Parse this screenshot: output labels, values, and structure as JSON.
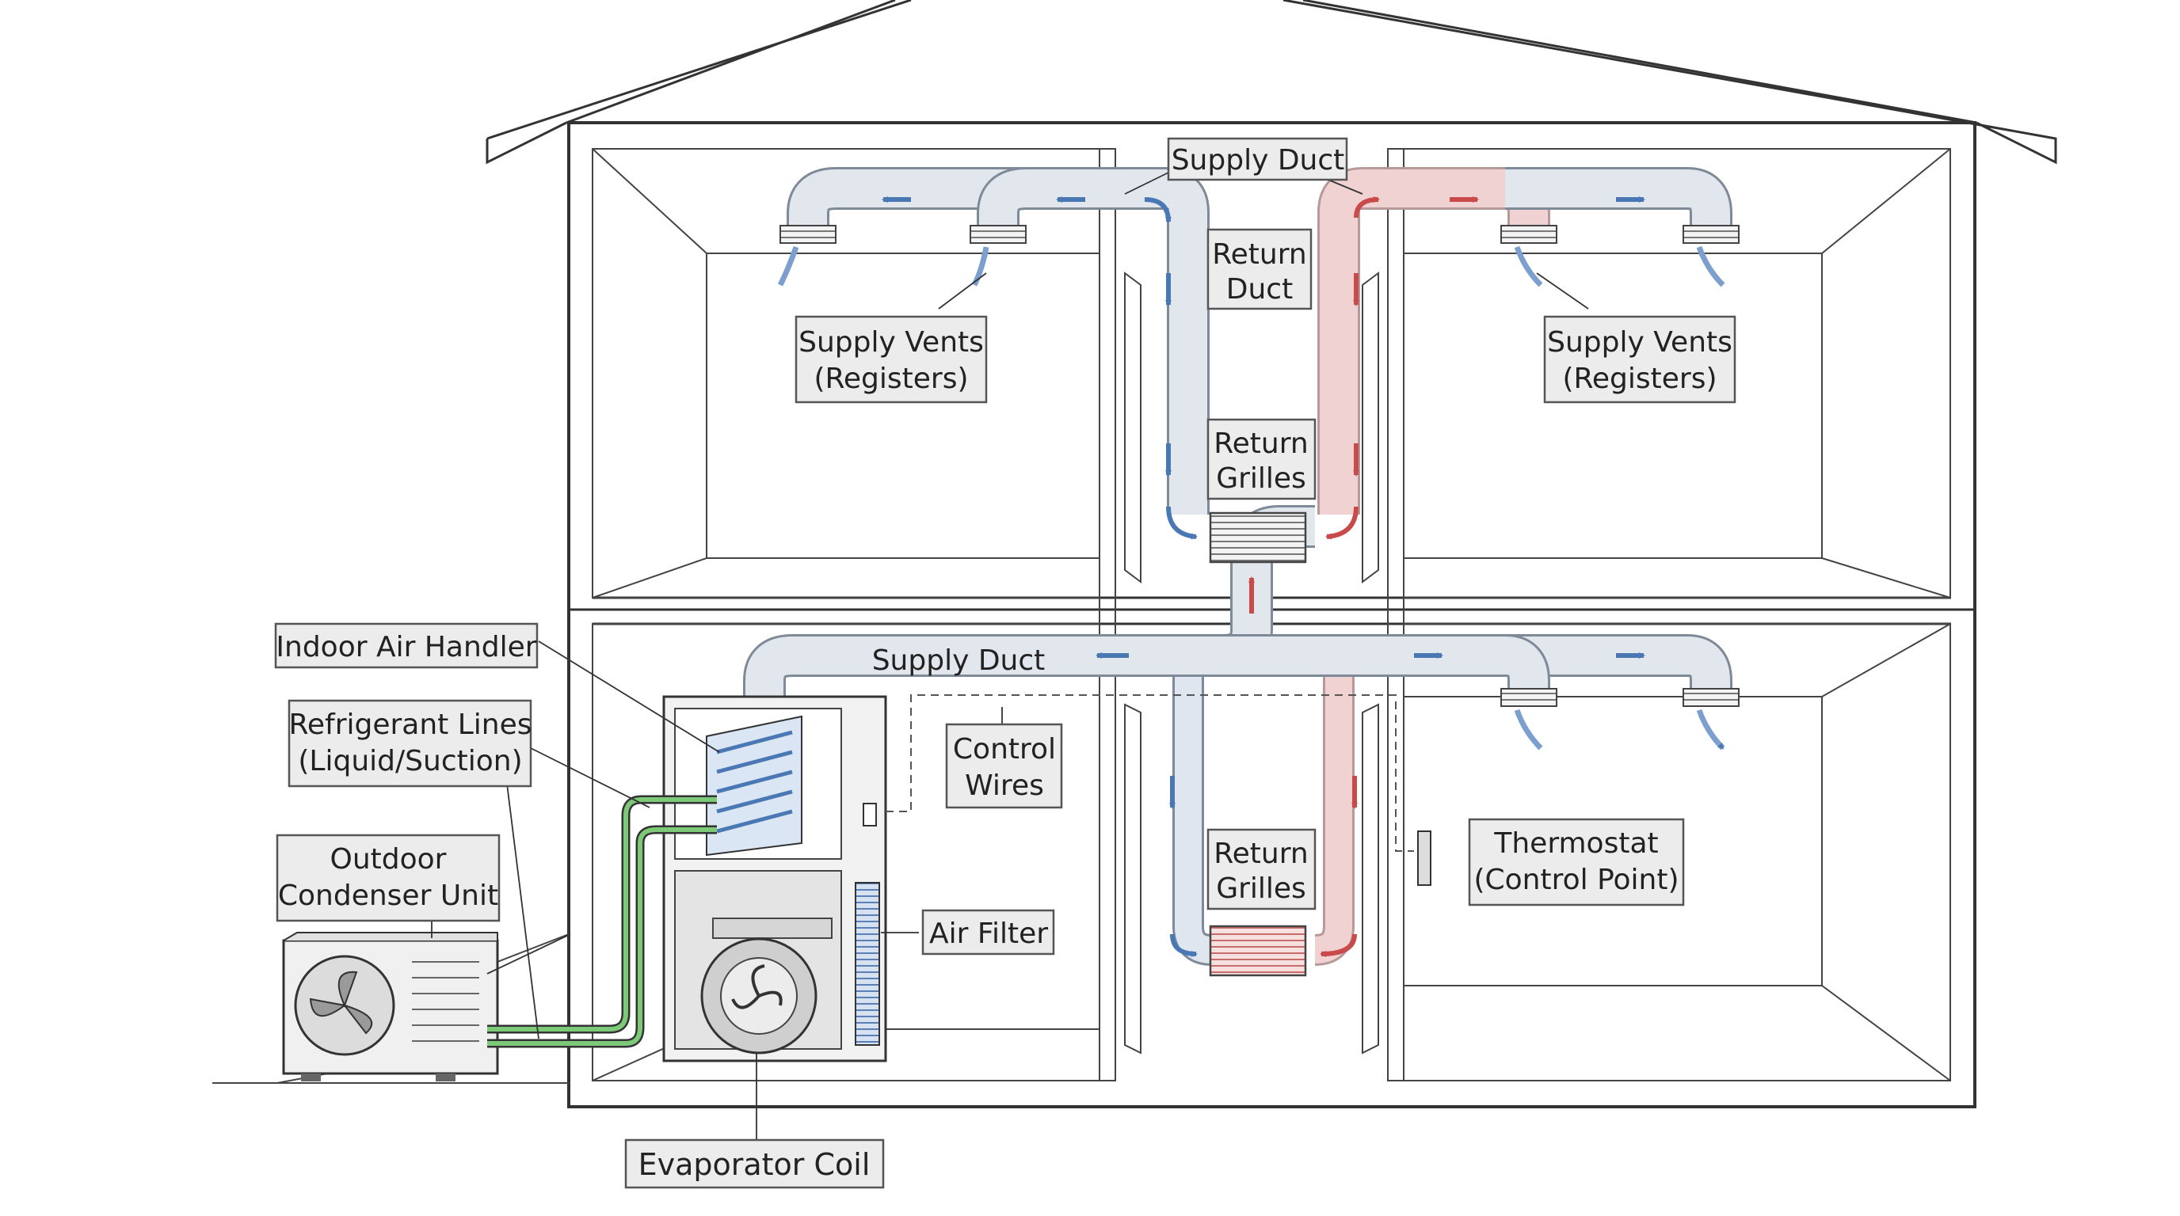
{
  "labels": {
    "supply_duct_top": "Supply Duct",
    "return_duct": [
      "Return",
      "Duct"
    ],
    "supply_vents_left": [
      "Supply Vents",
      "(Registers)"
    ],
    "supply_vents_right": [
      "Supply Vents",
      "(Registers)"
    ],
    "return_grilles_upper": [
      "Return",
      "Grilles"
    ],
    "return_grilles_lower": [
      "Return",
      "Grilles"
    ],
    "supply_duct_main": "Supply Duct",
    "indoor_air_handler": "Indoor Air Handler",
    "refrigerant_lines": [
      "Refrigerant Lines",
      "(Liquid/Suction)"
    ],
    "outdoor_condenser": [
      "Outdoor",
      "Condenser Unit"
    ],
    "control_wires": [
      "Control",
      "Wires"
    ],
    "air_filter": "Air Filter",
    "thermostat": [
      "Thermostat",
      "(Control Point)"
    ],
    "evaporator_coil": "Evaporator Coil"
  },
  "colors": {
    "supply_duct": "#e2e7ee",
    "supply_arrow": "#4a78b5",
    "return_duct": "#f1d2d2",
    "return_arrow": "#c94a4a",
    "refrigerant_line": "#6cc068",
    "label_box": "#ececec",
    "outline": "#333333"
  }
}
